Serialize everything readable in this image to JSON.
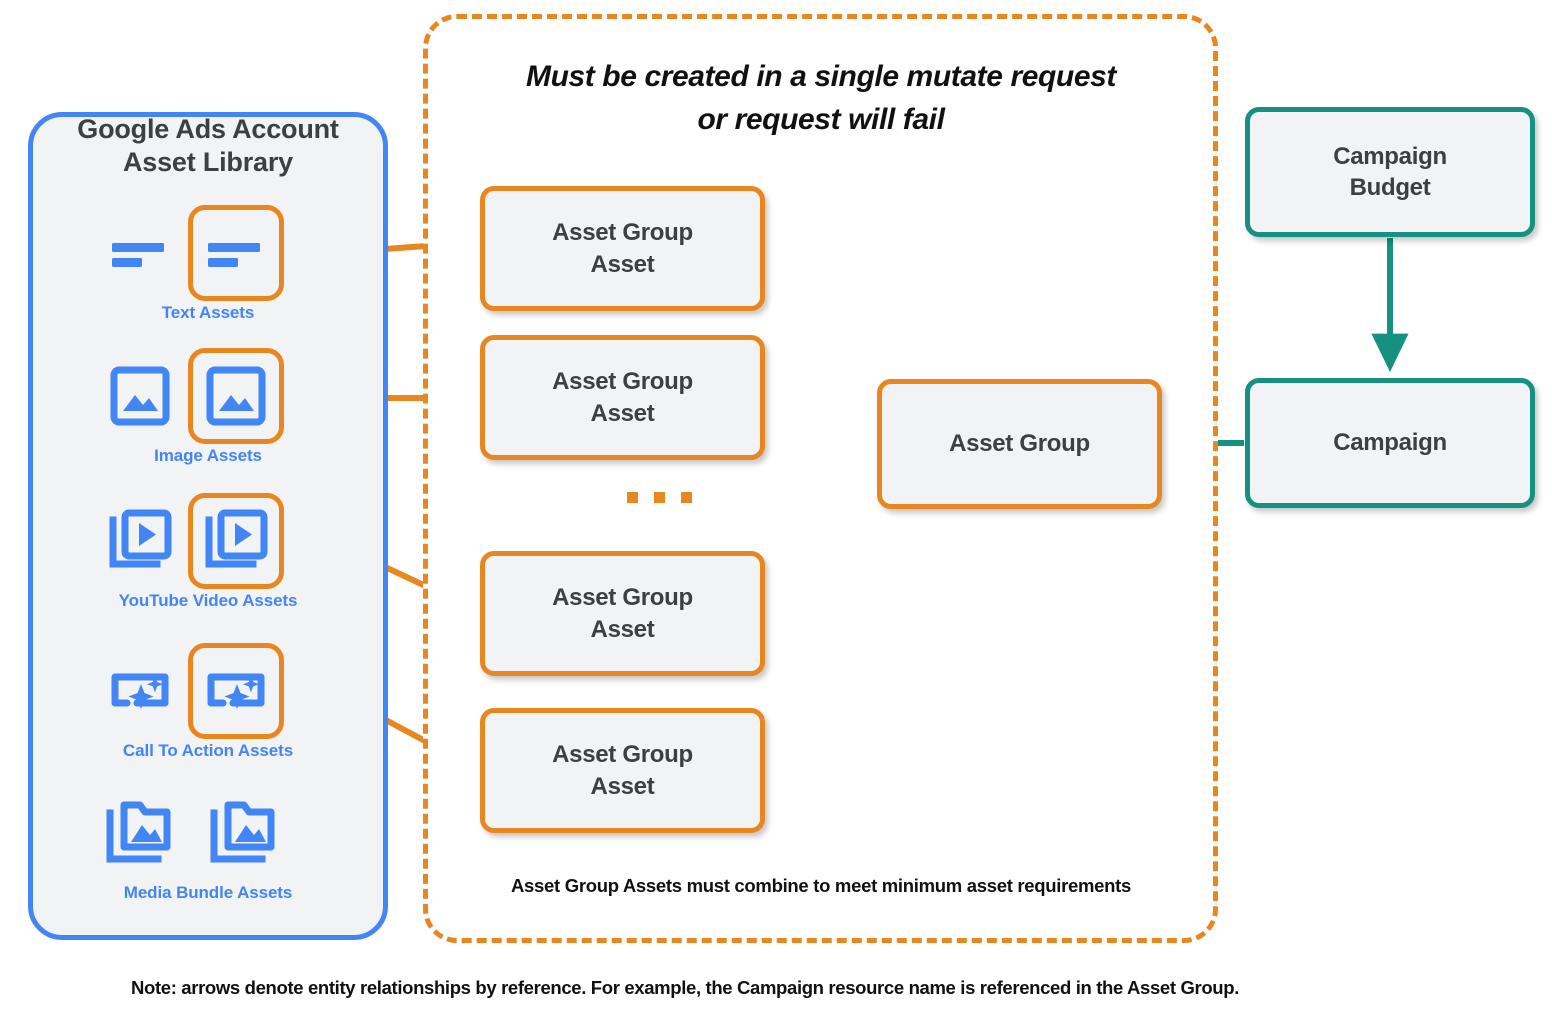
{
  "library": {
    "title_line1": "Google Ads Account",
    "title_line2": "Asset Library",
    "border_color": "#4285F4",
    "items": [
      {
        "label": "Text Assets",
        "icon": "text-lines-icon",
        "boxed": true
      },
      {
        "label": "Image Assets",
        "icon": "image-icon",
        "boxed": true
      },
      {
        "label": "YouTube Video  Assets",
        "icon": "video-stack-icon",
        "boxed": true
      },
      {
        "label": "Call To Action Assets",
        "icon": "call-to-action-icon",
        "boxed": true
      },
      {
        "label": "Media Bundle  Assets",
        "icon": "media-bundle-icon",
        "boxed": false
      }
    ]
  },
  "mutate": {
    "heading_line1": "Must be created in a single mutate request",
    "heading_line2": "or request will fail",
    "footnote": "Asset Group Assets must combine to meet minimum asset requirements",
    "border_color": "#E8871F",
    "ellipsis": "..."
  },
  "nodes": {
    "asset_group_assets": [
      {
        "line1": "Asset Group",
        "line2": "Asset"
      },
      {
        "line1": "Asset Group",
        "line2": "Asset"
      },
      {
        "line1": "Asset Group",
        "line2": "Asset"
      },
      {
        "line1": "Asset Group",
        "line2": "Asset"
      }
    ],
    "asset_group": "Asset Group",
    "campaign_budget_line1": "Campaign",
    "campaign_budget_line2": "Budget",
    "campaign": "Campaign"
  },
  "colors": {
    "orange": "#E8871F",
    "teal": "#17917F",
    "blue": "#4285F4",
    "node_fill": "#f1f3f4",
    "text_dark": "#3c4043"
  },
  "note": "Note: arrows denote entity relationships by reference. For example, the Campaign resource name is referenced in the Asset Group."
}
